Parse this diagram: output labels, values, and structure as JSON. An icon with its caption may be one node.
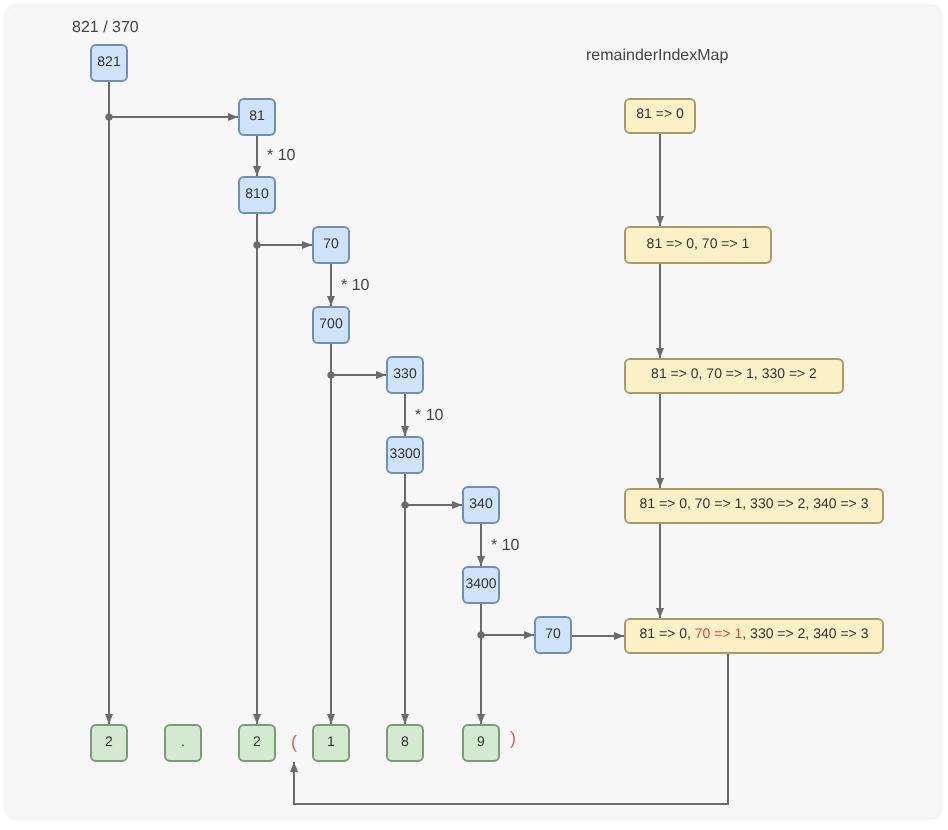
{
  "diagram": {
    "nodes": [
      {
        "text": [
          "821"
        ]
      },
      {
        "text": [
          "81"
        ]
      },
      {
        "text": [
          "810"
        ]
      },
      {
        "text": [
          "70"
        ]
      },
      {
        "text": [
          "700"
        ]
      },
      {
        "text": [
          "330"
        ]
      },
      {
        "text": [
          "3300"
        ]
      },
      {
        "text": [
          "340"
        ]
      },
      {
        "text": [
          "3400"
        ]
      },
      {
        "text": [
          "70"
        ]
      },
      {
        "text": [
          "81 => 0"
        ]
      },
      {
        "text": [
          "81 => 0, 70 => 1"
        ]
      },
      {
        "text": [
          "81 => 0, 70 => 1, 330 => 2"
        ]
      },
      {
        "text": [
          "81 => 0, 70 => 1, 330 => 2, 340 => 3"
        ]
      },
      {
        "text": [
          "81 => 0, *70 => 1*, 330 => 2, 340 => 3"
        ]
      },
      {
        "text": [
          "2"
        ]
      },
      {
        "text": [
          "."
        ]
      },
      {
        "text": [
          "2"
        ]
      },
      {
        "text": [
          "("
        ]
      },
      {
        "text": [
          "1"
        ]
      },
      {
        "text": [
          "8"
        ]
      },
      {
        "text": [
          "9"
        ]
      }
    ],
    "edges": [
      {
        "from": 0,
        "to": 1,
        "arrow": "to"
      },
      {
        "from": 0,
        "to": 15,
        "arrow": "to"
      },
      {
        "from": 1,
        "to": 2,
        "arrow": "to",
        "label": "* 10"
      },
      {
        "from": 2,
        "to": 3,
        "arrow": "to"
      },
      {
        "from": 2,
        "to": 17,
        "arrow": "to"
      },
      {
        "from": 3,
        "to": 4,
        "arrow": "to",
        "label": "* 10"
      },
      {
        "from": 4,
        "to": 5,
        "arrow": "to"
      },
      {
        "from": 4,
        "to": 19,
        "arrow": "to"
      },
      {
        "from": 5,
        "to": 6,
        "arrow": "to",
        "label": "* 10"
      },
      {
        "from": 6,
        "to": 7,
        "arrow": "to"
      },
      {
        "from": 6,
        "to": 20,
        "arrow": "to"
      },
      {
        "from": 7,
        "to": 8,
        "arrow": "to",
        "label": "* 10"
      },
      {
        "from": 8,
        "to": 9,
        "arrow": "to"
      },
      {
        "from": 8,
        "to": 21,
        "arrow": "to"
      },
      {
        "from": 9,
        "to": 14,
        "arrow": "to"
      },
      {
        "from": 10,
        "to": 11,
        "arrow": "to"
      },
      {
        "from": 11,
        "to": 12,
        "arrow": "to"
      },
      {
        "from": 12,
        "to": 13,
        "arrow": "to"
      },
      {
        "from": 13,
        "to": 14,
        "arrow": "to"
      },
      {
        "from": 14,
        "to": 18,
        "arrow": "to"
      }
    ],
    "labels": [
      "821 / 370",
      "remainderIndexMap",
      ")"
    ]
  }
}
